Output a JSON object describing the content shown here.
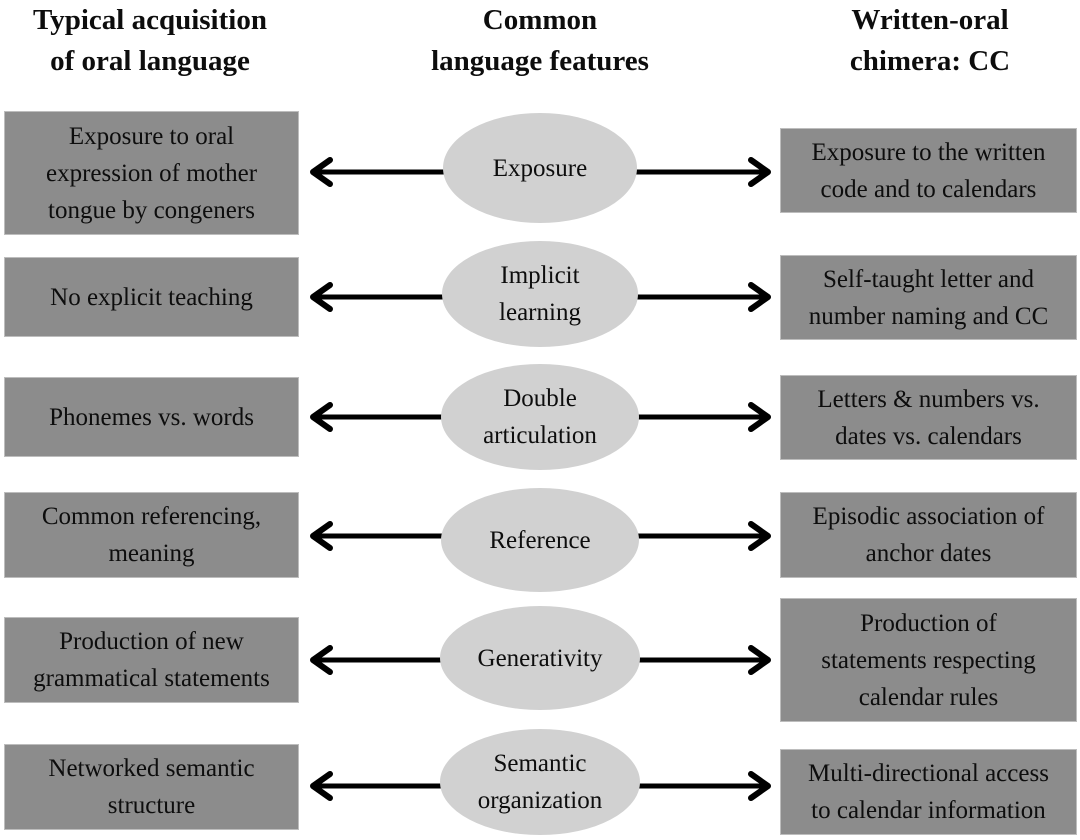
{
  "headers": {
    "left": "Typical acquisition\nof oral language",
    "center": "Common\nlanguage features",
    "right": "Written-oral\nchimera: CC"
  },
  "rows": [
    {
      "left": "Exposure to oral\nexpression of mother\ntongue by congeners",
      "center": "Exposure",
      "right": "Exposure to the written\ncode and to calendars"
    },
    {
      "left": "No explicit teaching",
      "center": "Implicit\nlearning",
      "right": "Self-taught letter and\nnumber naming and CC"
    },
    {
      "left": "Phonemes vs. words",
      "center": "Double\narticulation",
      "right": "Letters & numbers vs.\ndates vs. calendars"
    },
    {
      "left": "Common referencing,\nmeaning",
      "center": "Reference",
      "right": "Episodic association of\nanchor dates"
    },
    {
      "left": "Production of new\ngrammatical statements",
      "center": "Generativity",
      "right": "Production of\nstatements respecting\ncalendar rules"
    },
    {
      "left": "Networked semantic\nstructure",
      "center": "Semantic\norganization",
      "right": "Multi-directional access\nto calendar information"
    }
  ],
  "colors": {
    "box": "#8c8c8c",
    "ellipse": "#d1d1d1",
    "arrow": "#000000"
  }
}
